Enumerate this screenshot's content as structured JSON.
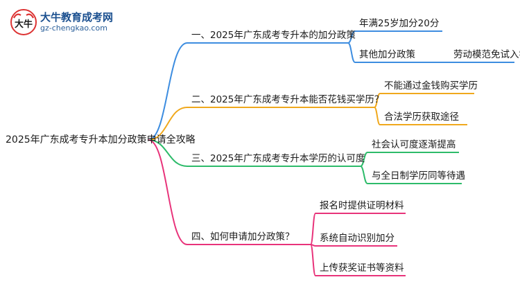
{
  "logo": {
    "name": "大牛教育成考网",
    "url": "gz-chengkao.com",
    "badge_text": "大牛"
  },
  "root": "2025年广东成考专升本加分政策申请全攻略",
  "branches": [
    {
      "label": "一、2025年广东成考专升本的加分政策",
      "color": "#3d8de0",
      "children": [
        {
          "label": "年满25岁加分20分"
        },
        {
          "label": "其他加分政策",
          "children": [
            {
              "label": "劳动模范免试入学"
            }
          ]
        }
      ]
    },
    {
      "label": "二、2025年广东成考专升本能否花钱买学历？",
      "color": "#f0a81c",
      "children": [
        {
          "label": "不能通过金钱购买学历"
        },
        {
          "label": "合法学历获取途径"
        }
      ]
    },
    {
      "label": "三、2025年广东成考专升本学历的认可度",
      "color": "#2dbb6a",
      "children": [
        {
          "label": "社会认可度逐渐提高"
        },
        {
          "label": "与全日制学历同等待遇"
        }
      ]
    },
    {
      "label": "四、如何申请加分政策？",
      "color": "#e8337a",
      "children": [
        {
          "label": "报名时提供证明材料"
        },
        {
          "label": "系统自动识别加分"
        },
        {
          "label": "上传获奖证书等资料"
        }
      ]
    }
  ]
}
